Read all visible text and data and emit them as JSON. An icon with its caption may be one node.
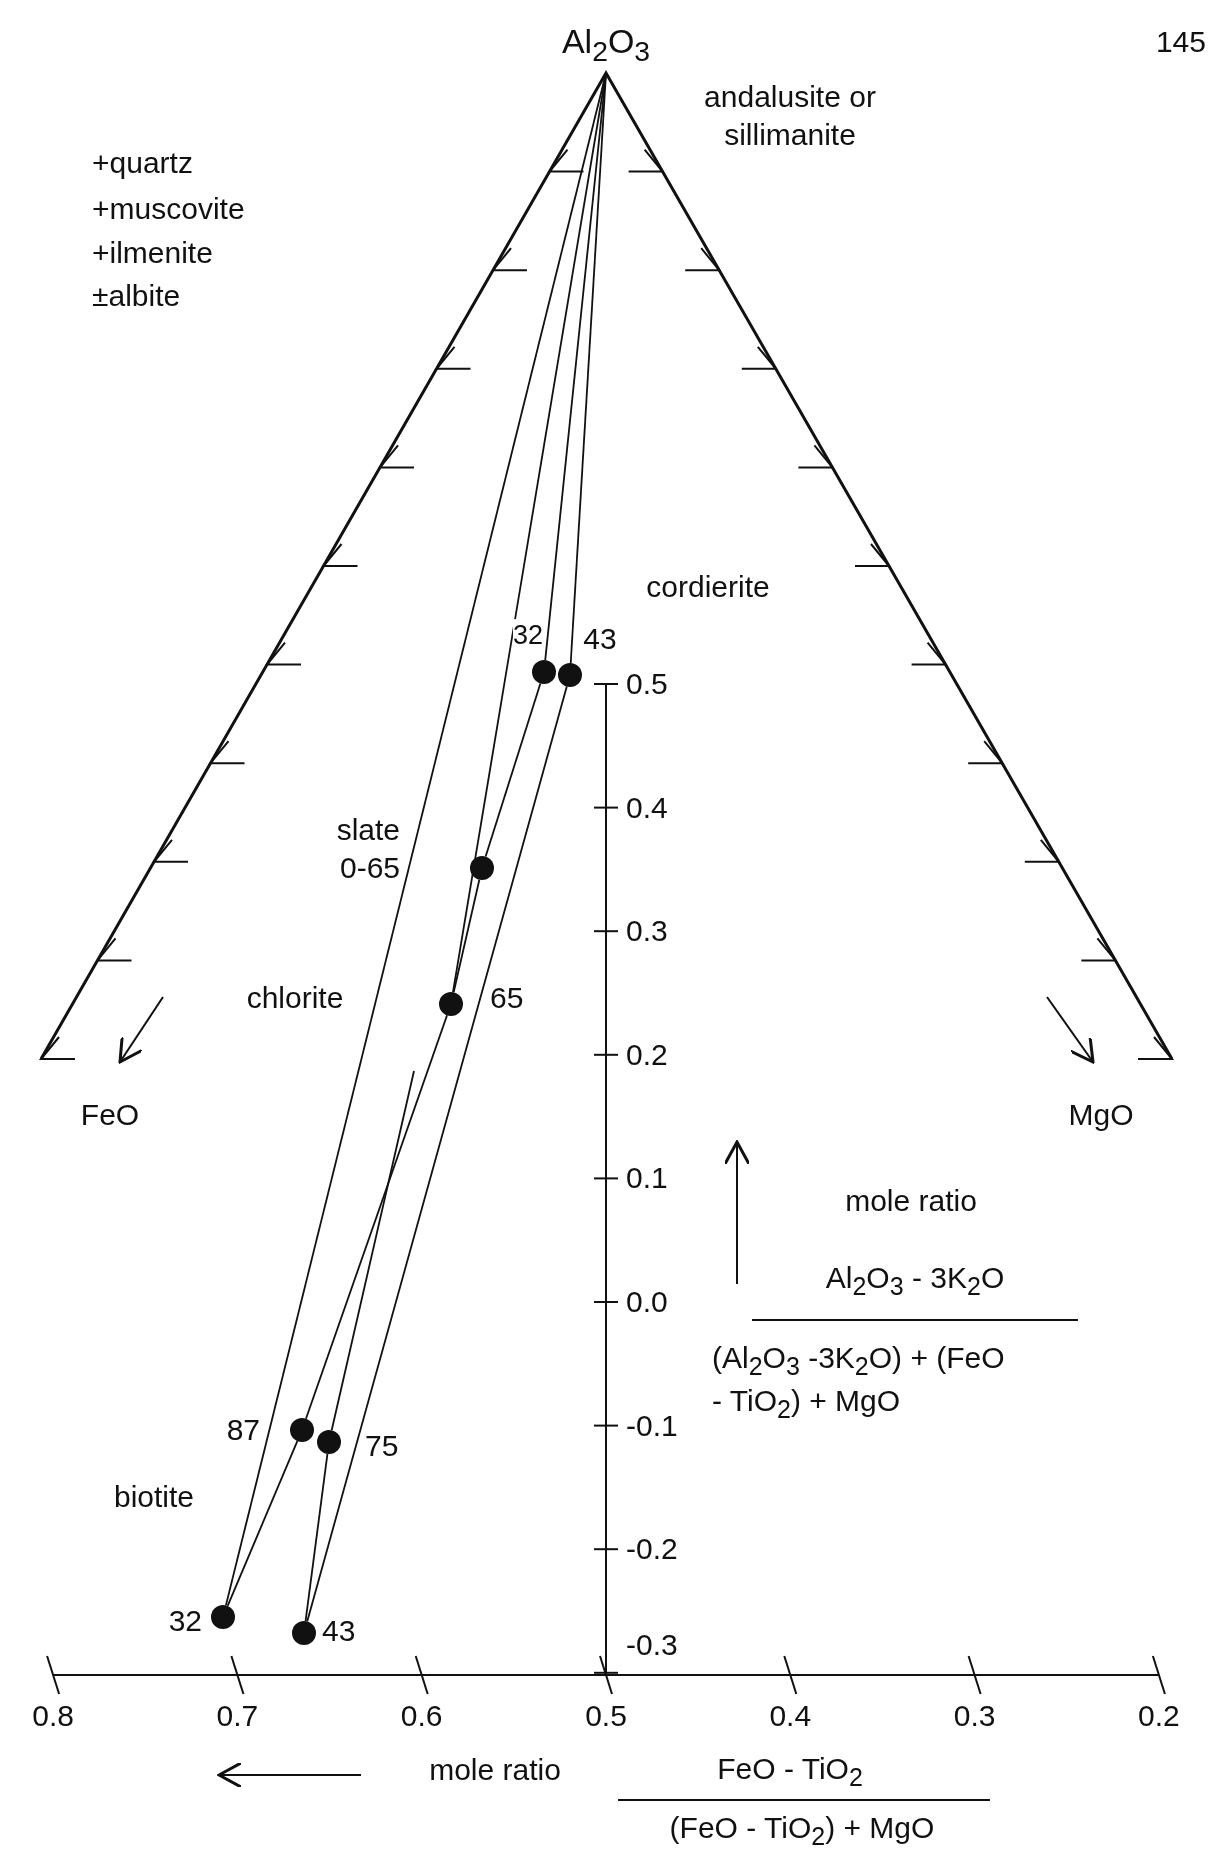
{
  "diagram": {
    "nodes": [
      {
        "text": [
          "Al$_{2}$O$_{3}$"
        ]
      },
      {
        "text": [],
        "shape": "circle",
        "beside": [
          "32"
        ]
      },
      {
        "text": [],
        "shape": "circle",
        "beside": [
          "43"
        ]
      },
      {
        "text": [],
        "shape": "circle",
        "beside": [
          "slate 0-65"
        ]
      },
      {
        "text": [],
        "shape": "circle",
        "beside": [
          "65"
        ]
      },
      {
        "text": [],
        "shape": "circle",
        "beside": [
          "87"
        ]
      },
      {
        "text": [],
        "shape": "circle",
        "beside": [
          "75"
        ]
      },
      {
        "text": [],
        "shape": "circle",
        "beside": [
          "32"
        ]
      },
      {
        "text": [],
        "shape": "circle",
        "beside": [
          "43"
        ]
      }
    ],
    "edges": [
      {
        "from": 0,
        "to": 7,
        "arrow": "none"
      },
      {
        "from": 0,
        "to": 4,
        "arrow": "none"
      },
      {
        "from": 0,
        "to": 1,
        "arrow": "none"
      },
      {
        "from": 0,
        "to": 2,
        "arrow": "none"
      },
      {
        "from": 1,
        "to": 3,
        "arrow": "none"
      },
      {
        "from": 3,
        "to": 4,
        "arrow": "none"
      },
      {
        "from": 4,
        "to": 5,
        "arrow": "none"
      },
      {
        "from": 5,
        "to": 7,
        "arrow": "none"
      },
      {
        "from": null,
        "to": 6,
        "arrow": "none"
      },
      {
        "from": 6,
        "to": 8,
        "arrow": "none"
      },
      {
        "from": 2,
        "to": 8,
        "arrow": "none"
      }
    ],
    "labels": [
      "145",
      "andalusite or sillimanite",
      "+quartz",
      "+muscovite",
      "+ilmenite",
      "±albite",
      "cordierite",
      "chlorite",
      "FeO",
      "MgO",
      "0.5",
      "0.4",
      "0.3",
      "0.2",
      "0.1",
      "0.0",
      "-0.1",
      "-0.2",
      "-0.3",
      "mole ratio",
      "Al$_{2}$O$_{3}$ - 3K$_{2}$O",
      "(Al$_{2}$O$_{3}$ -3K$_{2}$O) + (FeO - TiO$_{2}$) + MgO",
      "biotite",
      "0.8",
      "0.7",
      "0.6",
      "0.5",
      "0.4",
      "0.3",
      "0.2",
      "mole ratio",
      "FeO - TiO$_{2}$",
      "(FeO - TiO$_{2}$) + MgO"
    ]
  }
}
